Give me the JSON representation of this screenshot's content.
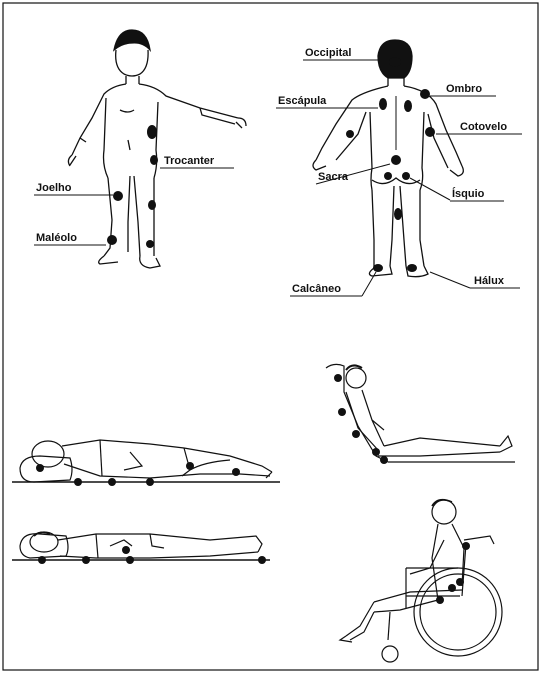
{
  "labels": {
    "occipital": "Occipital",
    "ombro": "Ombro",
    "escapula": "Escápula",
    "cotovelo": "Cotovelo",
    "trocanter": "Trocanter",
    "sacra": "Sacra",
    "isquio": "Ísquio",
    "joelho": "Joelho",
    "maleolo": "Maléolo",
    "calcaneo": "Calcâneo",
    "halux": "Hálux"
  },
  "colors": {
    "ink": "#111111",
    "pressure_point": "#111111",
    "background": "#ffffff"
  },
  "figures": [
    "standing-front-figure",
    "standing-back-figure",
    "side-lying-figure",
    "supine-figure",
    "semi-reclined-figure",
    "wheelchair-figure"
  ]
}
